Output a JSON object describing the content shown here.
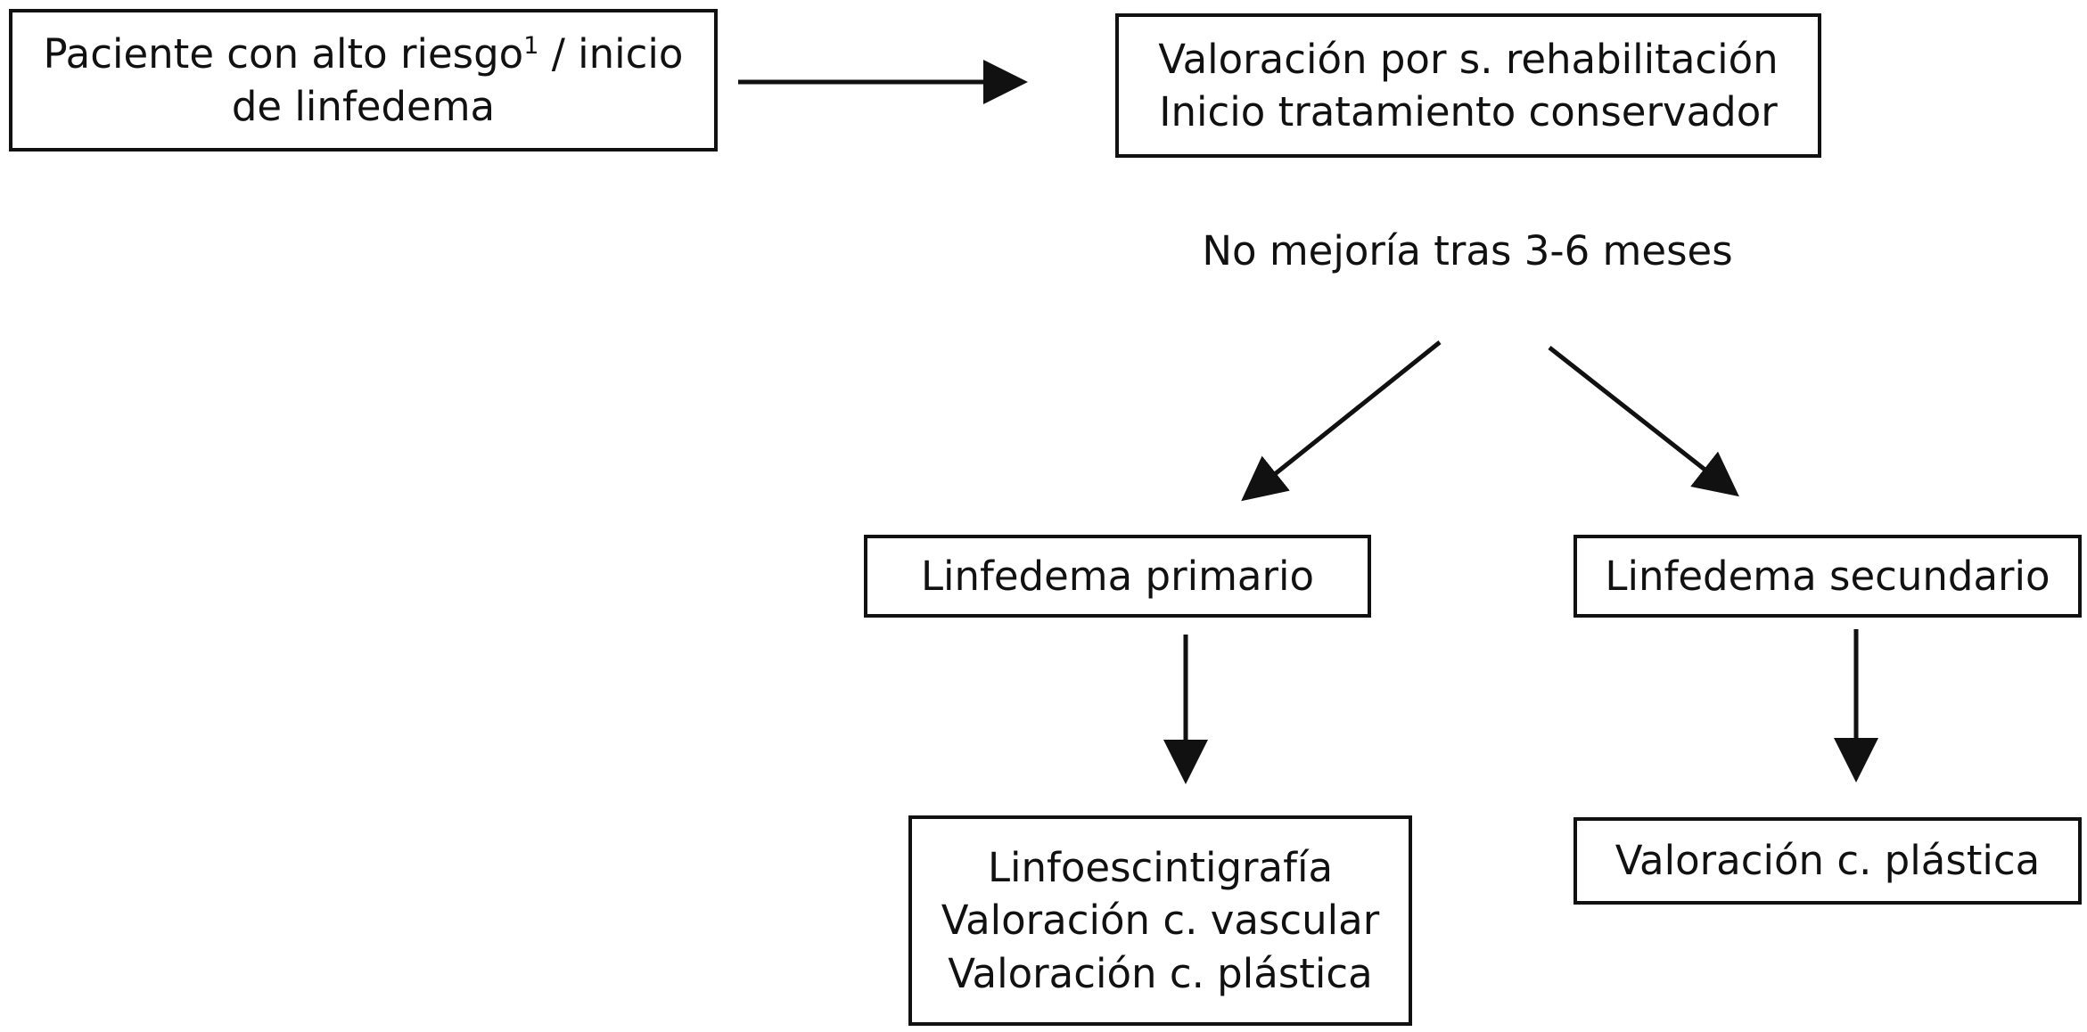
{
  "nodes": {
    "patient": {
      "text_before": "Paciente con alto riesgo",
      "superscript": "1",
      "text_after": " / inicio",
      "line2": "de linfedema"
    },
    "rehab": {
      "lines": [
        "Valoración por s. rehabilitación",
        "Inicio tratamiento conservador"
      ]
    },
    "condition": "No mejoría tras 3-6 meses",
    "primary": "Linfedema primario",
    "secondary": "Linfedema secundario",
    "primary_actions": {
      "lines": [
        "Linfoescintigrafía",
        "Valoración c. vascular",
        "Valoración c. plástica"
      ]
    },
    "secondary_actions": "Valoración c. plástica"
  },
  "colors": {
    "stroke": "#111111",
    "background": "#ffffff"
  }
}
